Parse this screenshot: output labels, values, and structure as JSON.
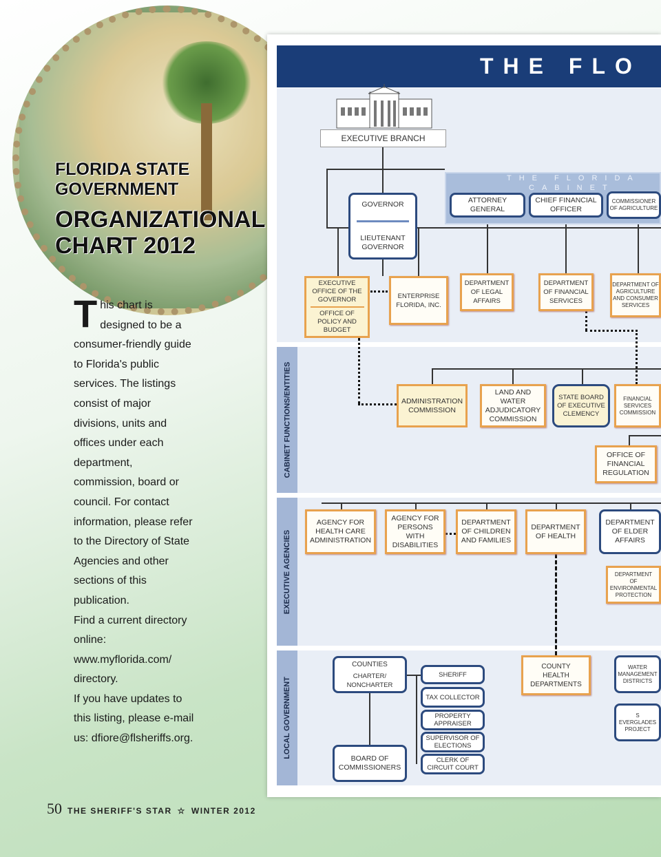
{
  "magazine": {
    "page_number": "50",
    "title": "THE SHERIFF'S STAR",
    "star": "☆",
    "issue": "WINTER 2012"
  },
  "article": {
    "title_line1": "FLORIDA STATE",
    "title_line2": "GOVERNMENT",
    "title_line3": "ORGANIZATIONAL",
    "title_line4": "CHART 2012",
    "drop_cap": "T",
    "body": "his chart is designed to be a consumer-friendly guide to Florida's public services. The listings consist of major divisions, units and offices under each department, commission, board or council. For contact information, please refer to the Directory of State Agencies and other sections of this publication.",
    "find": "Find a current directory online: www.myflorida.com/ directory.",
    "updates": "If you have updates to this listing, please e-mail us: dfiore@flsheriffs.org."
  },
  "chart": {
    "header": "THE FLO",
    "executive_branch": "EXECUTIVE BRANCH",
    "governor": "GOVERNOR",
    "lt_governor": "LIEUTENANT\nGOVERNOR",
    "cabinet_title1": "THE FLORIDA",
    "cabinet_title2": "CABINET",
    "cabinet": [
      "ATTORNEY\nGENERAL",
      "CHIEF FINANCIAL\nOFFICER",
      "COMMISSIONER\nOF AGRICULTURE"
    ],
    "exec_office": "EXECUTIVE\nOFFICE OF THE\nGOVERNOR",
    "policy_budget": "OFFICE OF\nPOLICY AND\nBUDGET",
    "enterprise": "ENTERPRISE\nFLORIDA, INC.",
    "depts": [
      "DEPARTMENT\nOF LEGAL\nAFFAIRS",
      "DEPARTMENT\nOF FINANCIAL\nSERVICES",
      "DEPARTMENT OF\nAGRICULTURE\nAND CONSUMER\nSERVICES"
    ],
    "sections": {
      "cabinet_functions": "CABINET FUNCTIONS/ENTITIES",
      "executive_agencies": "EXECUTIVE AGENCIES",
      "local_government": "LOCAL GOVERNMENT"
    },
    "cabinet_functions": [
      "ADMINISTRATION\nCOMMISSION",
      "LAND AND\nWATER\nADJUDICATORY\nCOMMISSION",
      "STATE BOARD\nOF EXECUTIVE\nCLEMENCY",
      "FINANCIAL\nSERVICES\nCOMMISSION",
      "OFFICE OF\nFINANCIAL\nREGULATION"
    ],
    "agencies": [
      "AGENCY FOR\nHEALTH CARE\nADMINISTRATION",
      "AGENCY FOR\nPERSONS\nWITH\nDISABILITIES",
      "DEPARTMENT\nOF CHILDREN\nAND FAMILIES",
      "DEPARTMENT\nOF HEALTH",
      "DEPARTMENT\nOF ELDER\nAFFAIRS",
      "DEPARTMENT\nOF ENVIRONMENTAL\nPROTECTION"
    ],
    "local": {
      "counties": "COUNTIES",
      "charter": "CHARTER/\nNONCHARTER",
      "board": "BOARD OF\nCOMMISSIONERS",
      "officers": [
        "SHERIFF",
        "TAX COLLECTOR",
        "PROPERTY\nAPPRAISER",
        "SUPERVISOR OF\nELECTIONS",
        "CLERK OF\nCIRCUIT COURT"
      ],
      "county_health": "COUNTY\nHEALTH\nDEPARTMENTS",
      "right1": "WATER\nMANAGEMENT\nDISTRICTS",
      "right2a": "S",
      "right2b": "EVERGLADES\nPROJECT"
    }
  },
  "colors": {
    "navy": "#1a3d78",
    "orange": "#e8a24e",
    "blue_border": "#2c4a7e",
    "section": "#a3b6d6"
  }
}
